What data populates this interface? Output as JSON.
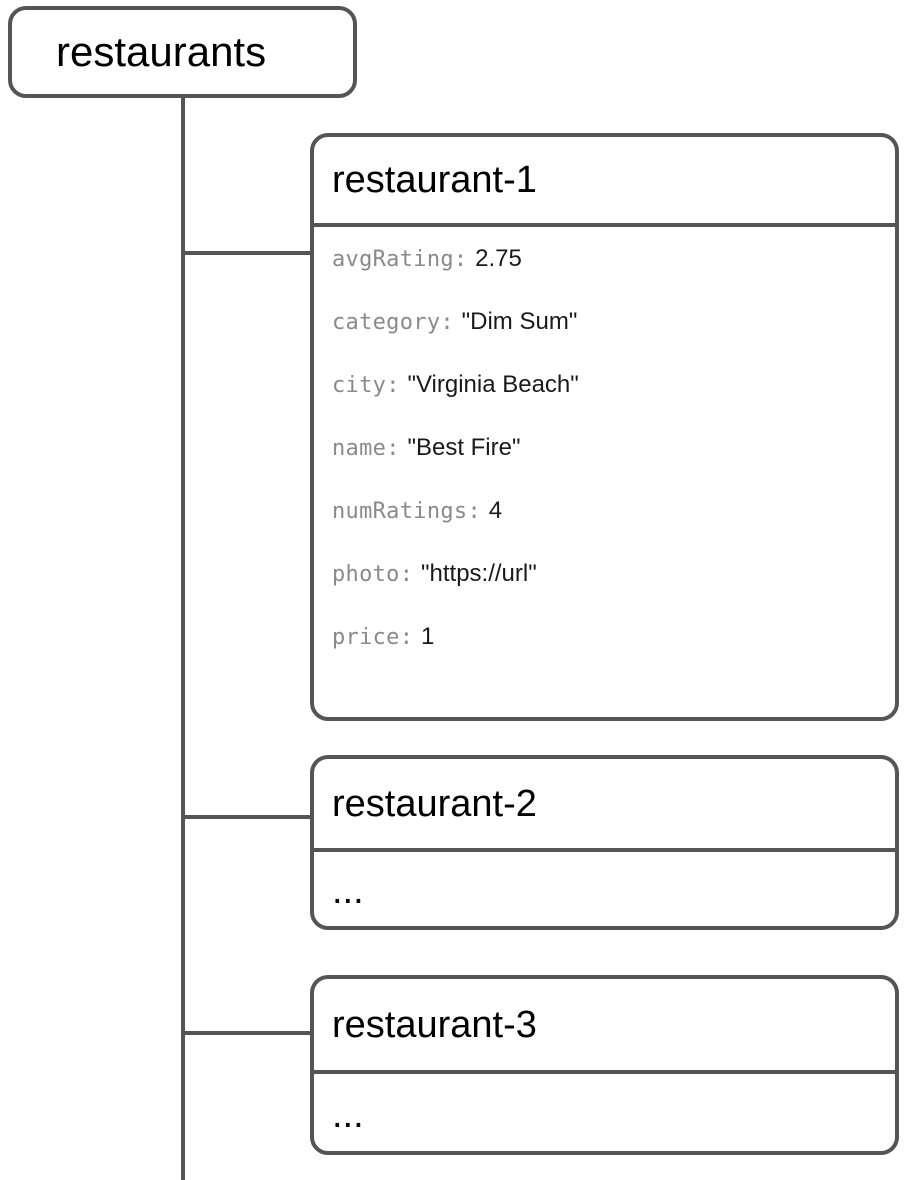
{
  "diagram": {
    "type": "firestore-data-tree",
    "line_color": "#555555",
    "key_color": "#8a8a8a",
    "value_color": "#1a1a1a",
    "background": "#ffffff"
  },
  "root": {
    "label": "restaurants",
    "kind": "collection"
  },
  "documents": [
    {
      "id": "restaurant-1",
      "kind": "document",
      "fields": [
        {
          "key": "avgRating",
          "separator": ":",
          "value": "2.75"
        },
        {
          "key": "category",
          "separator": ":",
          "value": "\"Dim Sum\""
        },
        {
          "key": "city",
          "separator": ":",
          "value": "\"Virginia Beach\""
        },
        {
          "key": "name",
          "separator": ":",
          "value": "\"Best Fire\""
        },
        {
          "key": "numRatings",
          "separator": ":",
          "value": "4"
        },
        {
          "key": "photo",
          "separator": ":",
          "value": "\"https://url\""
        },
        {
          "key": "price",
          "separator": ":",
          "value": "1"
        }
      ]
    },
    {
      "id": "restaurant-2",
      "kind": "document",
      "collapsed_text": "..."
    },
    {
      "id": "restaurant-3",
      "kind": "document",
      "collapsed_text": "..."
    }
  ]
}
